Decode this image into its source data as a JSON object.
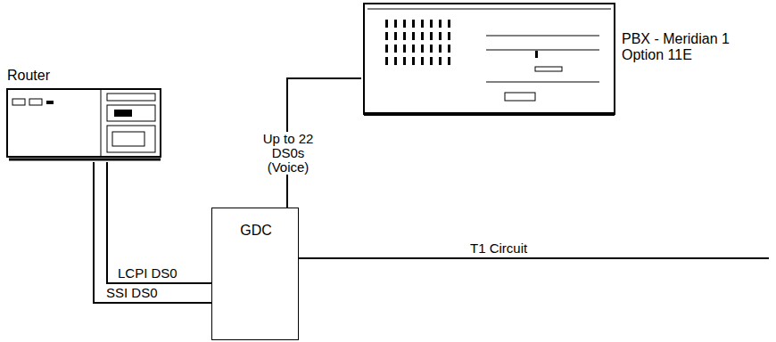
{
  "diagram": {
    "nodes": [
      {
        "text": [
          "PBX - Meridian 1 Option 11E"
        ]
      },
      {
        "text": [
          "Router"
        ]
      },
      {
        "text": [
          "GDC"
        ]
      }
    ],
    "edges": [
      {
        "from": 0,
        "to": 2,
        "label": "Up to 22 DS0s (Voice)",
        "arrow": "none"
      },
      {
        "from": 1,
        "to": 2,
        "label": "LCPI DS0",
        "arrow": "none"
      },
      {
        "from": 1,
        "to": 2,
        "label": "SSI DS0",
        "arrow": "none"
      }
    ],
    "labels": [
      "T1 Circuit"
    ]
  }
}
